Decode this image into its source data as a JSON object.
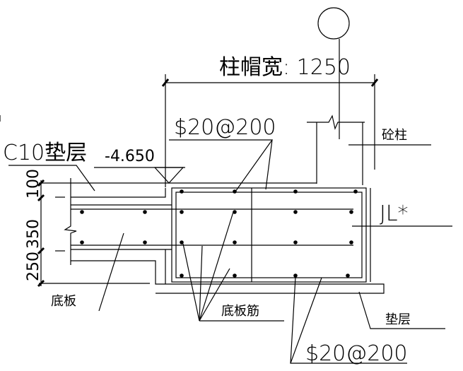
{
  "labels": {
    "cap_width": "柱帽宽: 1250",
    "rebar_top": "$20@200",
    "column": "砼柱",
    "c10_cushion": "C10垫层",
    "elevation": "-4.650",
    "beam": "JL*",
    "dim_100": "100",
    "dim_350": "350",
    "dim_250": "250",
    "slab": "底板",
    "slab_rebar": "底板筋",
    "cushion": "垫层",
    "rebar_bottom": "$20@200"
  }
}
